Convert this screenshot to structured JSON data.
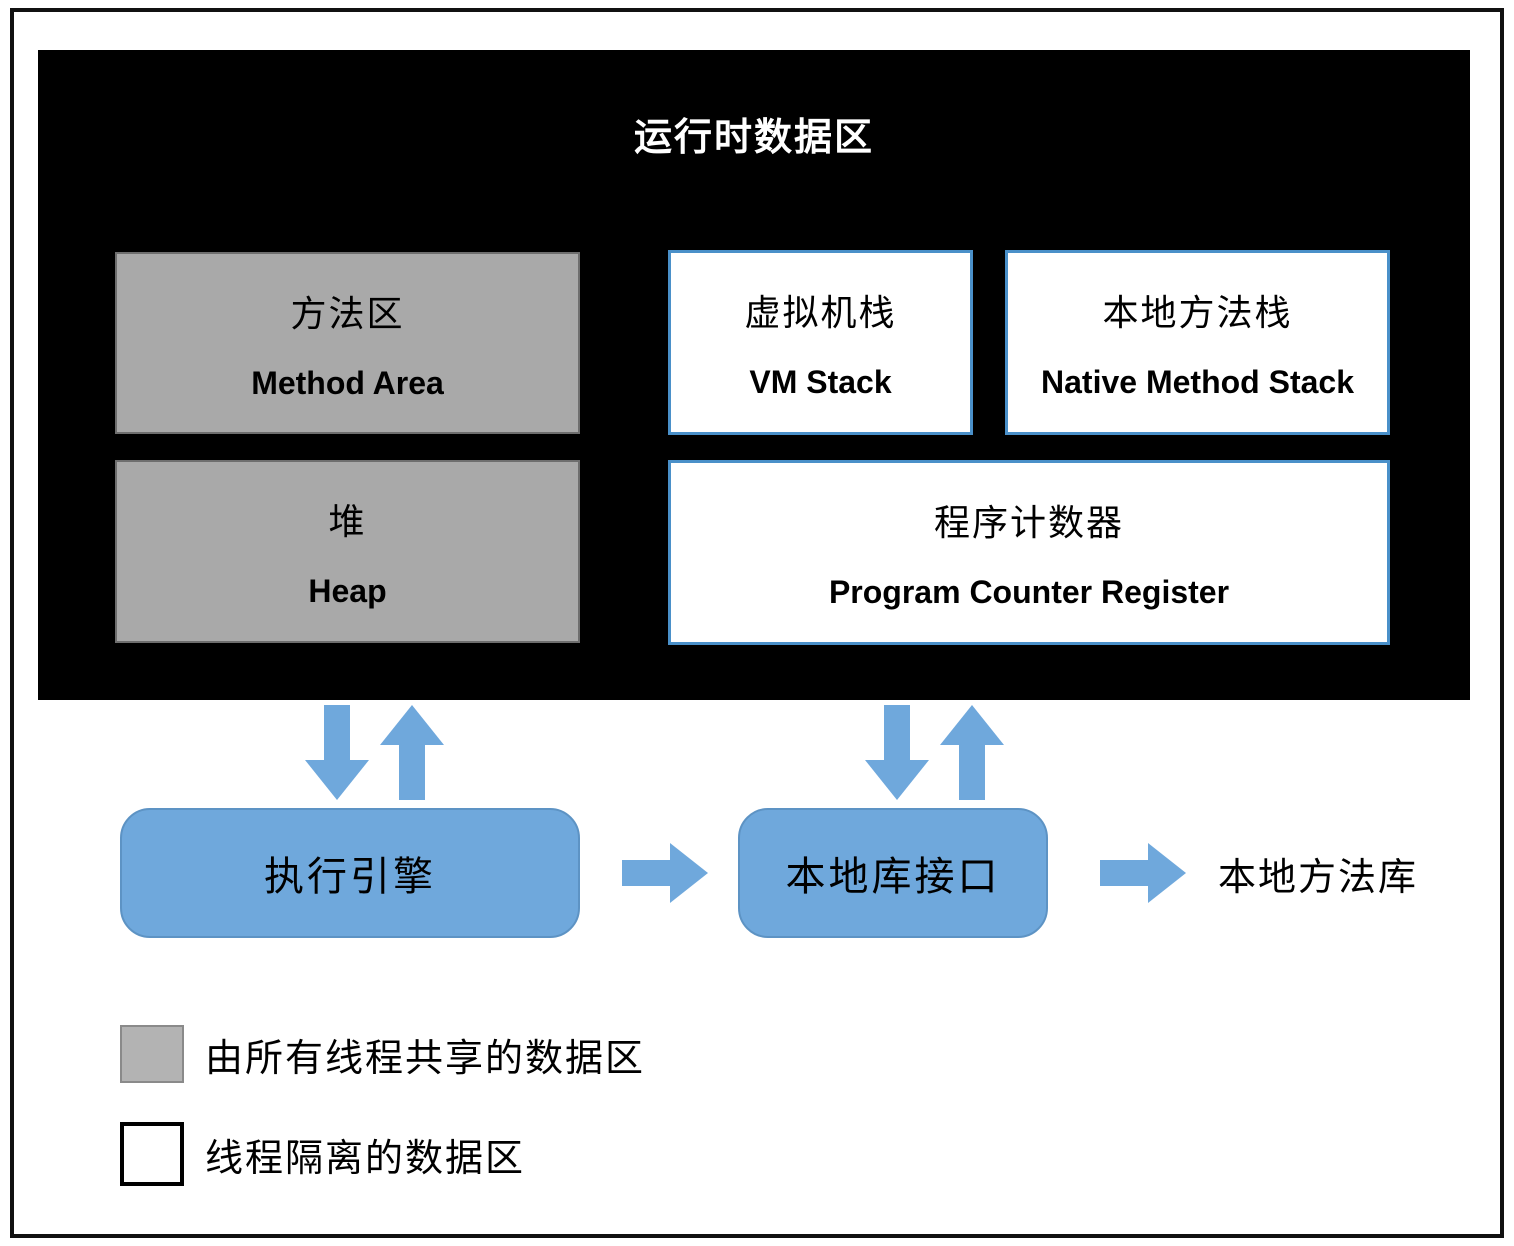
{
  "title": "运行时数据区",
  "boxes": {
    "method_area": {
      "zh": "方法区",
      "en": "Method Area"
    },
    "heap": {
      "zh": "堆",
      "en": "Heap"
    },
    "vm_stack": {
      "zh": "虚拟机栈",
      "en": "VM Stack"
    },
    "native_method_stack": {
      "zh": "本地方法栈",
      "en": "Native Method Stack"
    },
    "program_counter": {
      "zh": "程序计数器",
      "en": "Program Counter Register"
    }
  },
  "nodes": {
    "execution_engine": "执行引擎",
    "native_interface": "本地库接口",
    "native_libraries": "本地方法库"
  },
  "legend": {
    "shared": "由所有线程共享的数据区",
    "isolated": "线程隔离的数据区"
  },
  "colors": {
    "accent_blue": "#6FA8DC",
    "isolated_border": "#4A90C9",
    "shared_fill": "#A9A9A9",
    "runtime_bg": "#000000"
  }
}
